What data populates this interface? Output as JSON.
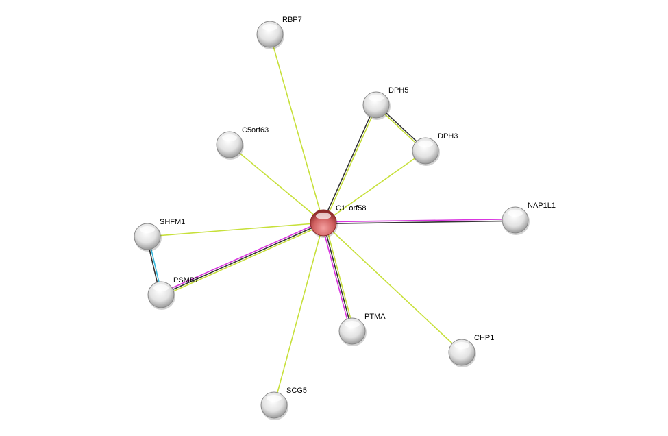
{
  "network": {
    "center": "C11orf58",
    "nodes": [
      {
        "id": "C11orf58",
        "label": "C11orf58",
        "query": true
      },
      {
        "id": "RBP7",
        "label": "RBP7"
      },
      {
        "id": "DPH5",
        "label": "DPH5"
      },
      {
        "id": "DPH3",
        "label": "DPH3"
      },
      {
        "id": "C5orf63",
        "label": "C5orf63"
      },
      {
        "id": "SHFM1",
        "label": "SHFM1"
      },
      {
        "id": "PSMB7",
        "label": "PSMB7"
      },
      {
        "id": "NAP1L1",
        "label": "NAP1L1"
      },
      {
        "id": "PTMA",
        "label": "PTMA"
      },
      {
        "id": "CHP1",
        "label": "CHP1"
      },
      {
        "id": "SCG5",
        "label": "SCG5"
      }
    ],
    "edges": [
      {
        "source": "C11orf58",
        "target": "RBP7",
        "evidence": [
          "textmining"
        ]
      },
      {
        "source": "C11orf58",
        "target": "C5orf63",
        "evidence": [
          "textmining"
        ]
      },
      {
        "source": "C11orf58",
        "target": "DPH5",
        "evidence": [
          "coexpression",
          "textmining"
        ]
      },
      {
        "source": "C11orf58",
        "target": "DPH3",
        "evidence": [
          "textmining"
        ]
      },
      {
        "source": "DPH5",
        "target": "DPH3",
        "evidence": [
          "coexpression",
          "textmining"
        ]
      },
      {
        "source": "C11orf58",
        "target": "NAP1L1",
        "evidence": [
          "experiments",
          "coexpression"
        ]
      },
      {
        "source": "C11orf58",
        "target": "SHFM1",
        "evidence": [
          "textmining"
        ]
      },
      {
        "source": "C11orf58",
        "target": "PSMB7",
        "evidence": [
          "textmining",
          "coexpression",
          "experiments"
        ]
      },
      {
        "source": "SHFM1",
        "target": "PSMB7",
        "evidence": [
          "databases",
          "coexpression"
        ]
      },
      {
        "source": "C11orf58",
        "target": "PTMA",
        "evidence": [
          "textmining",
          "coexpression",
          "experiments"
        ]
      },
      {
        "source": "C11orf58",
        "target": "CHP1",
        "evidence": [
          "textmining"
        ]
      },
      {
        "source": "C11orf58",
        "target": "SCG5",
        "evidence": [
          "textmining"
        ]
      }
    ],
    "colors": {
      "textmining": "#c7e03a",
      "coexpression": "#333333",
      "experiments": "#d935e0",
      "databases": "#36b8dc",
      "query_node": "#d35a5a",
      "node": "#e6e6e6"
    }
  }
}
